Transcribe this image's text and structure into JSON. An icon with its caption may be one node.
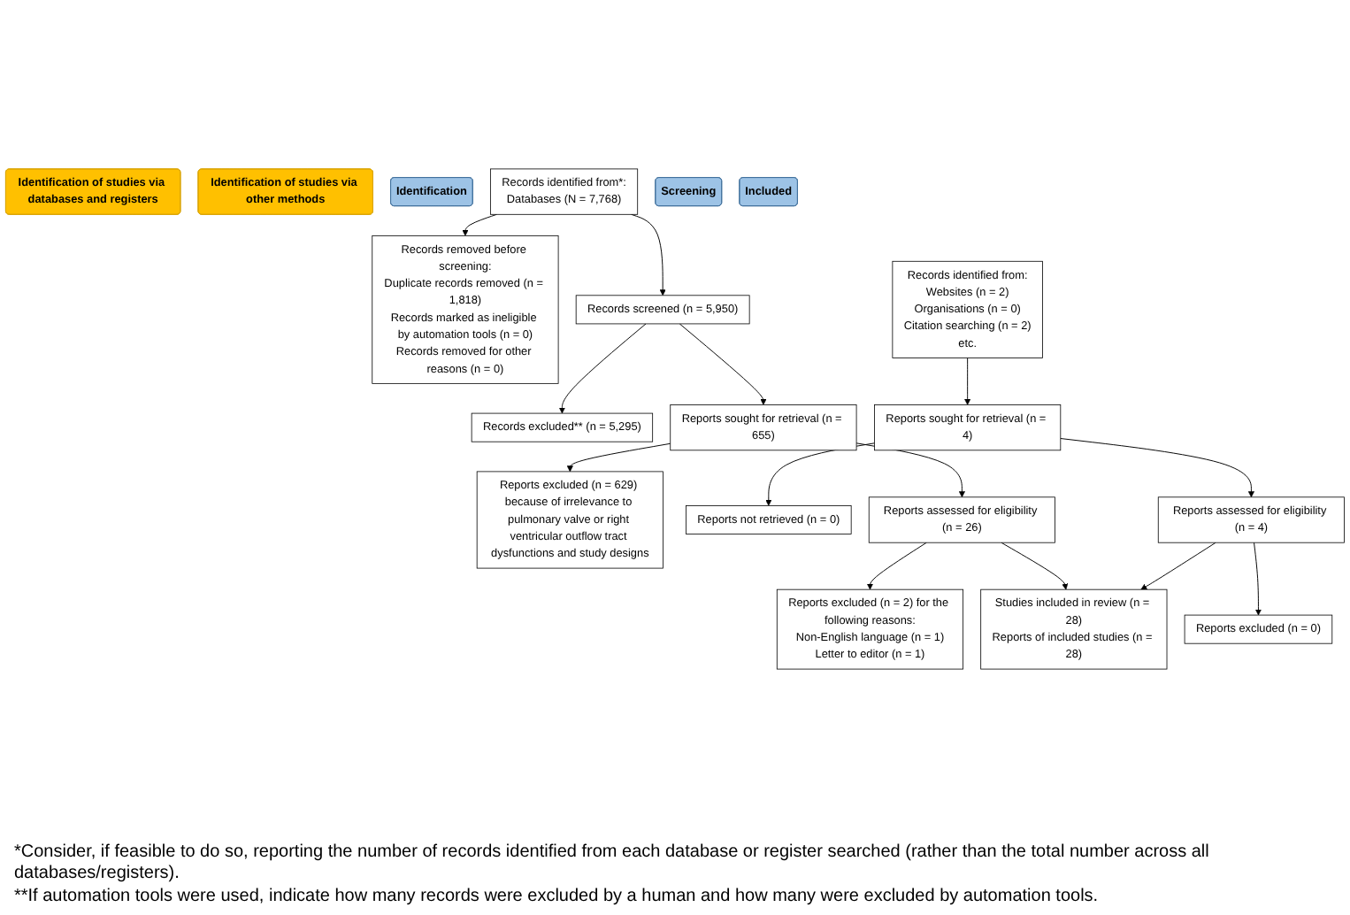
{
  "diagram": {
    "nodes": [
      {
        "text": [
          "Identification of studies via databases and registers"
        ]
      },
      {
        "text": [
          "Identification of studies via other methods"
        ]
      },
      {
        "text": [
          "Identification"
        ]
      },
      {
        "text": [
          "Records identified from*:",
          "Databases (N = 7,768)"
        ]
      },
      {
        "text": [
          "Records removed before screening:",
          "Duplicate records removed (n = 1,818)",
          "Records marked as ineligible by automation tools (n = 0)",
          "Records removed for other reasons (n = 0)"
        ]
      },
      {
        "text": [
          "Records identified from:",
          "Websites (n = 2)",
          "Organisations (n = 0)",
          "Citation searching (n = 2)",
          "etc."
        ]
      },
      {
        "text": [
          "Screening"
        ]
      },
      {
        "text": [
          "Records screened (n = 5,950)"
        ]
      },
      {
        "text": [
          "Records excluded** (n = 5,295)"
        ]
      },
      {
        "text": [
          "Reports sought for retrieval (n = 655)"
        ]
      },
      {
        "text": [
          "Reports excluded (n = 629) because of irrelevance to pulmonary valve or right ventricular outflow tract dysfunctions and study designs"
        ]
      },
      {
        "text": [
          "Reports sought for retrieval (n = 4)"
        ]
      },
      {
        "text": [
          "Reports not retrieved (n = 0)"
        ]
      },
      {
        "text": [
          "Reports assessed for eligibility (n = 26)"
        ]
      },
      {
        "text": [
          "Reports excluded (n = 2) for the following reasons:",
          "Non-English language (n = 1)",
          "Letter to editor (n = 1)"
        ]
      },
      {
        "text": [
          "Reports assessed for eligibility (n = 4)"
        ]
      },
      {
        "text": [
          "Reports excluded (n = 0)"
        ]
      },
      {
        "text": [
          "Included"
        ]
      },
      {
        "text": [
          "Studies included in review (n = 28)",
          "Reports of included studies (n = 28)"
        ]
      }
    ],
    "edges": [
      {
        "from": 3,
        "to": 4,
        "arrow": "to"
      },
      {
        "from": 3,
        "to": 7,
        "arrow": "to"
      },
      {
        "from": 7,
        "to": 8,
        "arrow": "to"
      },
      {
        "from": 7,
        "to": 9,
        "arrow": "to"
      },
      {
        "from": 9,
        "to": 10,
        "arrow": "to"
      },
      {
        "from": 9,
        "to": 13,
        "arrow": "to"
      },
      {
        "from": 13,
        "to": 14,
        "arrow": "to"
      },
      {
        "from": 13,
        "to": 18,
        "arrow": "to"
      },
      {
        "from": 5,
        "to": 11,
        "arrow": "to"
      },
      {
        "from": 11,
        "to": 12,
        "arrow": "to"
      },
      {
        "from": 11,
        "to": 15,
        "arrow": "to"
      },
      {
        "from": 15,
        "to": 16,
        "arrow": "to"
      },
      {
        "from": 15,
        "to": 18,
        "arrow": "to"
      }
    ],
    "labels": [
      "*Consider, if feasible to do so, reporting the number of records identified from each database or register searched (rather than the total number across all databases/registers).",
      "**If automation tools were used, indicate how many records were excluded by a human and how many were excluded by automation tools."
    ]
  }
}
